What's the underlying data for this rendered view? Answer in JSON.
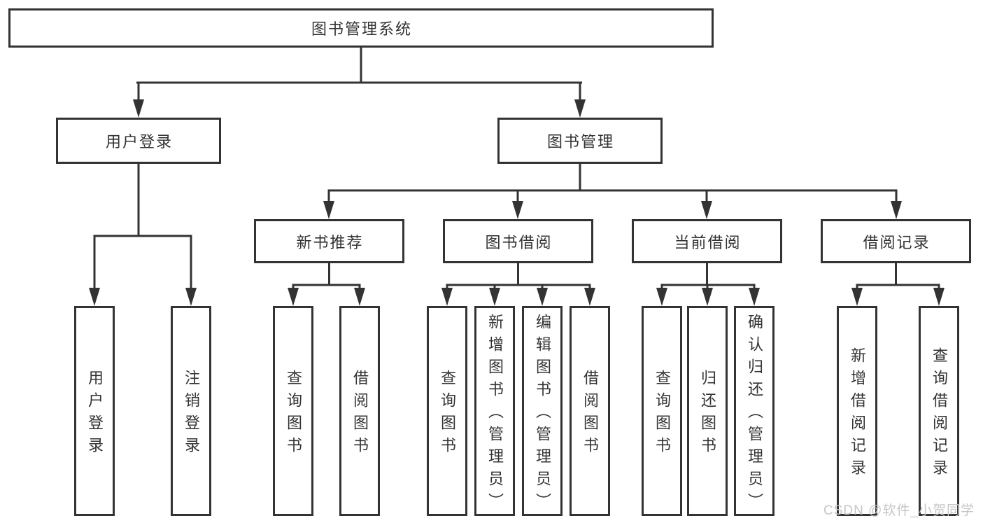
{
  "page": {
    "background": "#ffffff",
    "watermark_text": "CSDN @软件_小贺同学"
  },
  "style": {
    "line_color": "#333333",
    "text_color": "#333333",
    "box_background": "#ffffff",
    "watermark_color": "#c6c6c6"
  },
  "tree": {
    "label": "图书管理系统",
    "children": [
      {
        "label": "用户登录",
        "children": [
          {
            "label": "用户登录"
          },
          {
            "label": "注销登录"
          }
        ]
      },
      {
        "label": "图书管理",
        "children": [
          {
            "label": "新书推荐",
            "children": [
              {
                "label": "查询图书"
              },
              {
                "label": "借阅图书"
              }
            ]
          },
          {
            "label": "图书借阅",
            "children": [
              {
                "label": "查询图书"
              },
              {
                "label": "新增图书（管理员）"
              },
              {
                "label": "编辑图书（管理员）"
              },
              {
                "label": "借阅图书"
              }
            ]
          },
          {
            "label": "当前借阅",
            "children": [
              {
                "label": "查询图书"
              },
              {
                "label": "归还图书"
              },
              {
                "label": "确认归还（管理员）"
              }
            ]
          },
          {
            "label": "借阅记录",
            "children": [
              {
                "label": "新增借阅记录"
              },
              {
                "label": "查询借阅记录"
              }
            ]
          }
        ]
      }
    ]
  }
}
